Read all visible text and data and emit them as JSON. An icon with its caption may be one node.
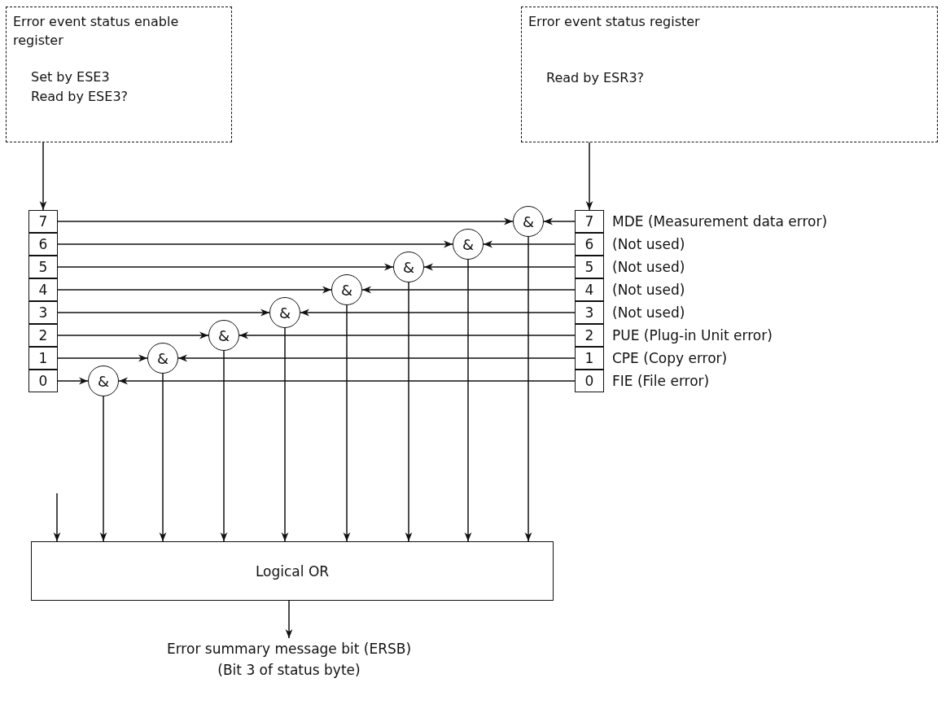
{
  "diagram": {
    "nodes": [
      {
        "text": [
          "Error event status enable register",
          "Set by ESE3",
          "Read by ESE3?"
        ]
      },
      {
        "text": [
          "Error event status register",
          "Read by ESR3?"
        ]
      },
      {
        "text": [
          "7"
        ]
      },
      {
        "text": [
          "6"
        ]
      },
      {
        "text": [
          "5"
        ]
      },
      {
        "text": [
          "4"
        ]
      },
      {
        "text": [
          "3"
        ]
      },
      {
        "text": [
          "2"
        ]
      },
      {
        "text": [
          "1"
        ]
      },
      {
        "text": [
          "0"
        ]
      },
      {
        "text": [
          "7"
        ],
        "beside": [
          "MDE (Measurement data error)"
        ]
      },
      {
        "text": [
          "6"
        ],
        "beside": [
          "(Not used)"
        ]
      },
      {
        "text": [
          "5"
        ],
        "beside": [
          "(Not used)"
        ]
      },
      {
        "text": [
          "4"
        ],
        "beside": [
          "(Not used)"
        ]
      },
      {
        "text": [
          "3"
        ],
        "beside": [
          "(Not used)"
        ]
      },
      {
        "text": [
          "2"
        ],
        "beside": [
          "PUE (Plug-in Unit error)"
        ]
      },
      {
        "text": [
          "1"
        ],
        "beside": [
          "CPE (Copy error)"
        ]
      },
      {
        "text": [
          "0"
        ],
        "beside": [
          "FIE (File error)"
        ]
      },
      {
        "text": [
          "&"
        ]
      },
      {
        "text": [
          "&"
        ]
      },
      {
        "text": [
          "&"
        ]
      },
      {
        "text": [
          "&"
        ]
      },
      {
        "text": [
          "&"
        ]
      },
      {
        "text": [
          "&"
        ]
      },
      {
        "text": [
          "&"
        ]
      },
      {
        "text": [
          "&"
        ]
      },
      {
        "text": [
          "Logical OR"
        ]
      },
      {
        "text": [
          "Error summary message bit (ERSB)",
          "(Bit 3 of status byte)"
        ]
      }
    ],
    "edges": [
      {
        "from": 0,
        "to": 2,
        "arrow": "to"
      },
      {
        "from": 1,
        "to": 10,
        "arrow": "to"
      },
      {
        "from": 2,
        "to": 18,
        "arrow": "to"
      },
      {
        "from": 10,
        "to": 18,
        "arrow": "to"
      },
      {
        "from": 3,
        "to": 19,
        "arrow": "to"
      },
      {
        "from": 11,
        "to": 19,
        "arrow": "to"
      },
      {
        "from": 4,
        "to": 20,
        "arrow": "to"
      },
      {
        "from": 12,
        "to": 20,
        "arrow": "to"
      },
      {
        "from": 5,
        "to": 21,
        "arrow": "to"
      },
      {
        "from": 13,
        "to": 21,
        "arrow": "to"
      },
      {
        "from": 6,
        "to": 22,
        "arrow": "to"
      },
      {
        "from": 14,
        "to": 22,
        "arrow": "to"
      },
      {
        "from": 7,
        "to": 23,
        "arrow": "to"
      },
      {
        "from": 15,
        "to": 23,
        "arrow": "to"
      },
      {
        "from": 8,
        "to": 24,
        "arrow": "to"
      },
      {
        "from": 16,
        "to": 24,
        "arrow": "to"
      },
      {
        "from": 9,
        "to": 25,
        "arrow": "to"
      },
      {
        "from": 17,
        "to": 25,
        "arrow": "to"
      },
      {
        "from": null,
        "to": 26,
        "arrow": "to"
      },
      {
        "from": 25,
        "to": 26,
        "arrow": "to"
      },
      {
        "from": 24,
        "to": 26,
        "arrow": "to"
      },
      {
        "from": 23,
        "to": 26,
        "arrow": "to"
      },
      {
        "from": 22,
        "to": 26,
        "arrow": "to"
      },
      {
        "from": 21,
        "to": 26,
        "arrow": "to"
      },
      {
        "from": 20,
        "to": 26,
        "arrow": "to"
      },
      {
        "from": 19,
        "to": 26,
        "arrow": "to"
      },
      {
        "from": 18,
        "to": 26,
        "arrow": "to"
      },
      {
        "from": 26,
        "to": 27,
        "arrow": "to"
      }
    ]
  }
}
